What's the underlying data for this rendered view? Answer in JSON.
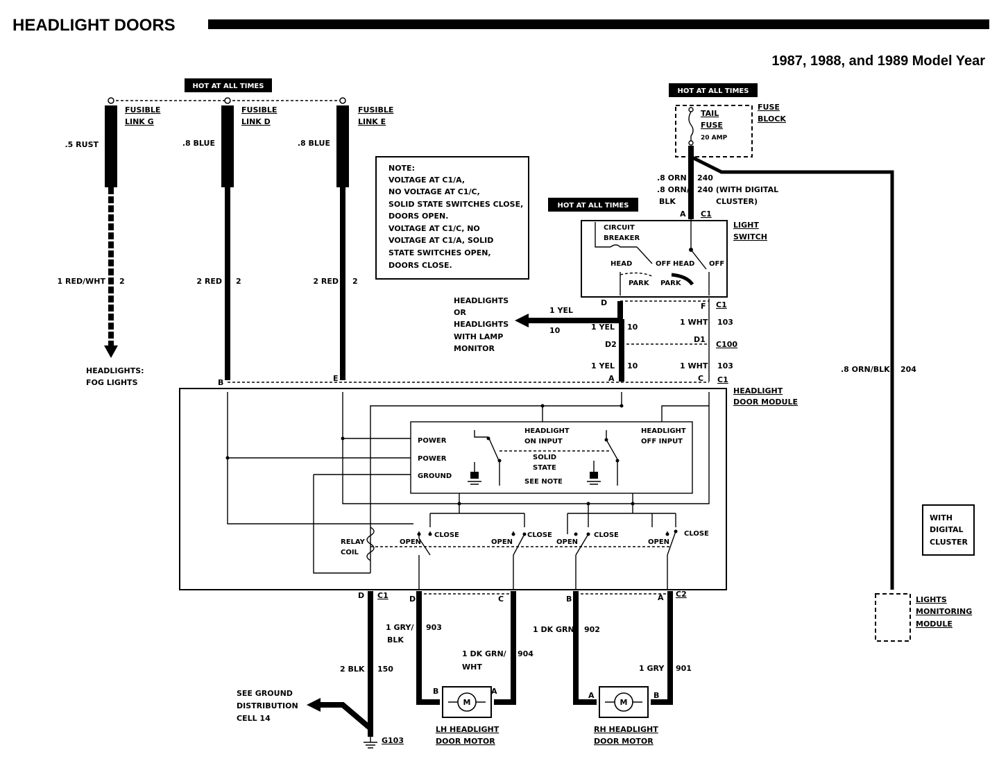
{
  "title": "HEADLIGHT DOORS",
  "subtitle": "1987, 1988, and 1989 Model Year",
  "hot_at_all_times": "HOT AT ALL TIMES",
  "fusible_links": [
    {
      "line1": "FUSIBLE",
      "line2": "LINK G",
      "wire_top": ".5 RUST",
      "wire_mid": "1 RED/WHT",
      "circuit": "2"
    },
    {
      "line1": "FUSIBLE",
      "line2": "LINK D",
      "wire_top": ".8 BLUE",
      "wire_mid": "2 RED",
      "circuit": "2"
    },
    {
      "line1": "FUSIBLE",
      "line2": "LINK E",
      "wire_top": ".8 BLUE",
      "wire_mid": "2 RED",
      "circuit": "2"
    }
  ],
  "headlights_fog": {
    "line1": "HEADLIGHTS:",
    "line2": "FOG LIGHTS"
  },
  "note": [
    "NOTE:",
    "VOLTAGE AT C1/A,",
    "NO VOLTAGE AT C1/C,",
    "SOLID STATE SWITCHES CLOSE,",
    "DOORS OPEN.",
    "VOLTAGE AT C1/C, NO",
    "VOLTAGE AT C1/A, SOLID",
    "STATE SWITCHES OPEN,",
    "DOORS CLOSE."
  ],
  "fuse_block": {
    "label1": "FUSE",
    "label2": "BLOCK",
    "fuse1": "TAIL",
    "fuse2": "FUSE",
    "amp": "20 AMP",
    "wire1": ".8 ORN",
    "circ1": "240",
    "wire2a": ".8 ORN/",
    "wire2b": "BLK",
    "circ2": "240 (WITH DIGITAL",
    "circ2b": "CLUSTER)"
  },
  "light_switch": {
    "label1": "LIGHT",
    "label2": "SWITCH",
    "breaker1": "CIRCUIT",
    "breaker2": "BREAKER",
    "head": "HEAD",
    "off": "OFF",
    "park": "PARK"
  },
  "headlights_out": {
    "lines": [
      "HEADLIGHTS",
      "OR",
      "HEADLIGHTS",
      "WITH LAMP",
      "MONITOR"
    ],
    "wire": "1 YEL",
    "circuit": "10"
  },
  "wires_mid": {
    "yel": "1 YEL",
    "yel_c": "10",
    "wht": "1 WHT",
    "wht_c": "103"
  },
  "connectors": {
    "c1": "C1",
    "c2": "C2",
    "c100": "C100",
    "A": "A",
    "B": "B",
    "C": "C",
    "D": "D",
    "E": "E",
    "F": "F",
    "D1": "D1",
    "D2": "D2"
  },
  "module": {
    "label1": "HEADLIGHT",
    "label2": "DOOR MODULE",
    "power": "POWER",
    "ground": "GROUND",
    "on_input1": "HEADLIGHT",
    "on_input2": "ON INPUT",
    "off_input1": "HEADLIGHT",
    "off_input2": "OFF INPUT",
    "solid1": "SOLID",
    "solid2": "STATE",
    "see_note": "SEE NOTE",
    "relay1": "RELAY",
    "relay2": "COIL",
    "open": "OPEN",
    "close": "CLOSE"
  },
  "lights_monitor": {
    "wire": ".8 ORN/BLK",
    "circuit": "204",
    "lines": [
      "LIGHTS",
      "MONITORING",
      "MODULE"
    ],
    "digital": [
      "WITH",
      "DIGITAL",
      "CLUSTER"
    ]
  },
  "bottom_wires": {
    "gnd_wire": "2 BLK",
    "gnd_circ": "150",
    "w903a": "1 GRY/",
    "w903b": "BLK",
    "c903": "903",
    "w904a": "1 DK GRN/",
    "w904b": "WHT",
    "c904": "904",
    "w902": "1 DK GRN",
    "c902": "902",
    "w901": "1 GRY",
    "c901": "901"
  },
  "ground": {
    "lines": [
      "SEE GROUND",
      "DISTRIBUTION",
      "CELL 14"
    ],
    "id": "G103"
  },
  "motors": {
    "lh1": "LH HEADLIGHT",
    "lh2": "DOOR MOTOR",
    "rh1": "RH HEADLIGHT",
    "rh2": "DOOR MOTOR",
    "m": "M"
  }
}
